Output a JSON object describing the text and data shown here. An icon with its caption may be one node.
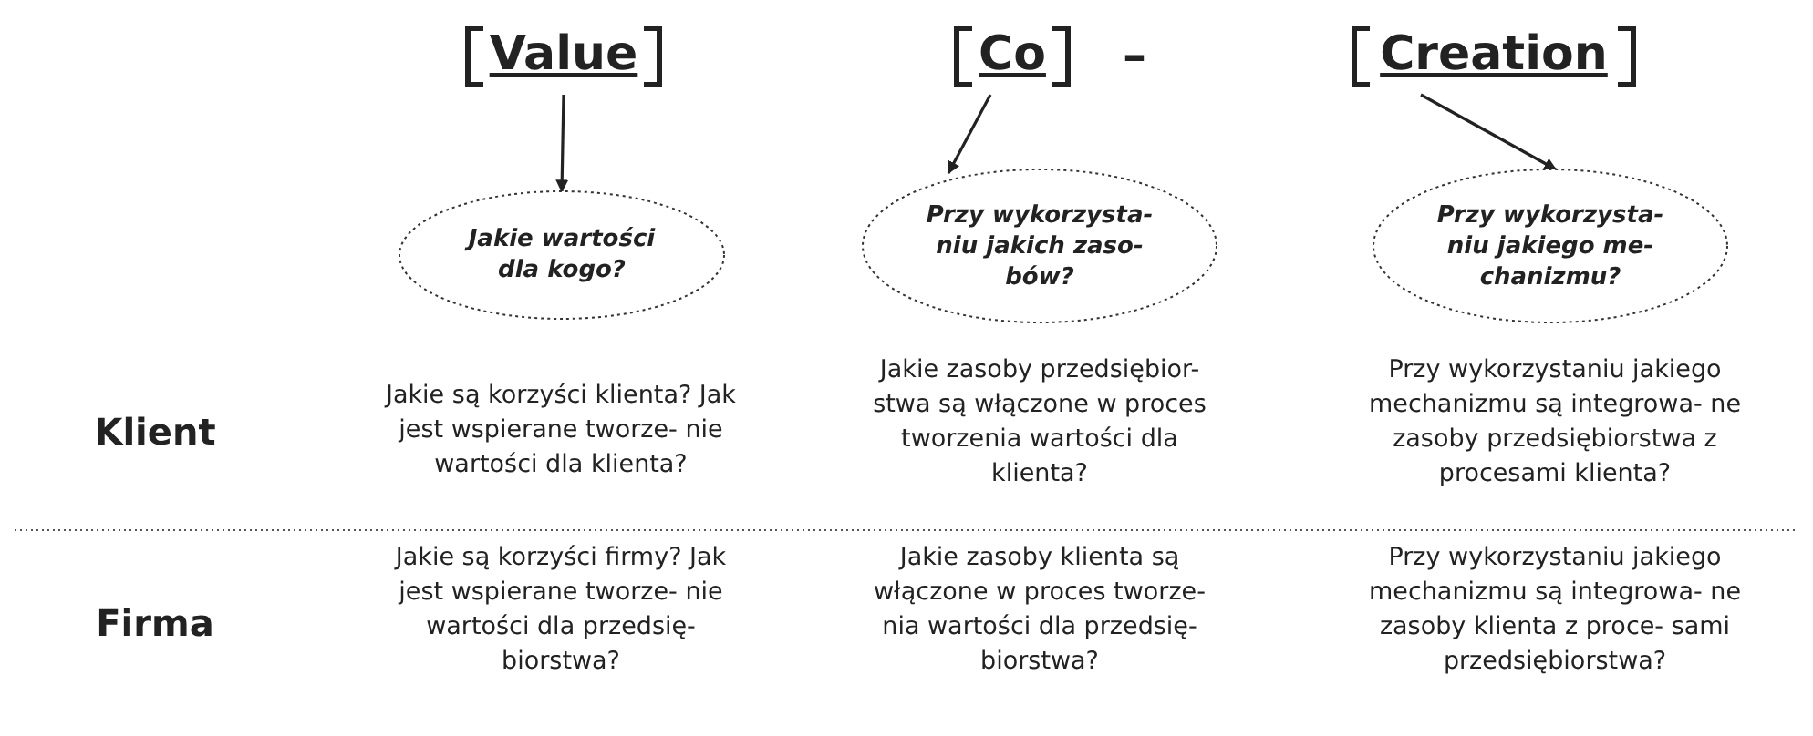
{
  "diagram": {
    "nodes": [
      {
        "text": [
          "Value"
        ]
      },
      {
        "text": [
          "Co"
        ]
      },
      {
        "text": [
          "Creation"
        ]
      },
      {
        "text": [
          "Jakie wartości dla kogo?"
        ]
      },
      {
        "text": [
          "Przy wykorzysta- niu jakich zaso- bów?"
        ]
      },
      {
        "text": [
          "Przy wykorzysta- niu jakiego me- chanizmu?"
        ]
      }
    ],
    "edges": [
      {
        "from": 0,
        "to": 3,
        "arrow": "to"
      },
      {
        "from": 1,
        "to": 4,
        "arrow": "to"
      },
      {
        "from": 2,
        "to": 5,
        "arrow": "to"
      }
    ],
    "labels": [
      "–",
      "Klient",
      "Jakie są korzyści klienta? Jak jest wspierane tworze- nie wartości dla klienta?",
      "Jakie zasoby przedsiębior- stwa są włączone w proces tworzenia wartości dla klienta?",
      "Przy wykorzystaniu jakiego mechanizmu są integrowa- ne zasoby przedsiębiorstwa z procesami klienta?",
      "Firma",
      "Jakie są korzyści firmy? Jak jest wspierane tworze- nie wartości dla przedsię- biorstwa?",
      "Jakie zasoby klienta są włączone w proces tworze- nia wartości dla przedsię- biorstwa?",
      "Przy wykorzystaniu jakiego mechanizmu są integrowa- ne zasoby klienta z proce- sami przedsiębiorstwa?"
    ]
  }
}
